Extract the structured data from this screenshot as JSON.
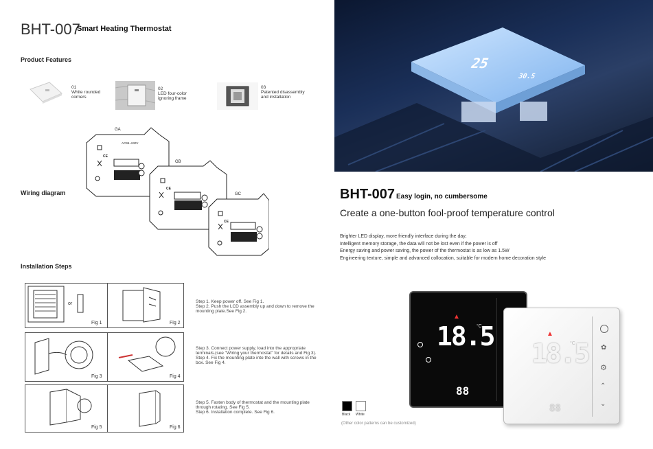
{
  "header": {
    "model": "BHT-007",
    "subtitle": "Smart Heating Thermostat"
  },
  "features": {
    "title": "Product Features",
    "items": [
      {
        "num": "01",
        "text": "White rounded corners"
      },
      {
        "num": "02",
        "text": "LED four-color ignoring frame"
      },
      {
        "num": "03",
        "text": "Patented disassembly and installation"
      }
    ]
  },
  "wiring": {
    "title": "Wiring diagram",
    "panels": [
      "GA",
      "GB",
      "GC"
    ],
    "ga_voltage": "AC95~240V",
    "ce_mark": "CE"
  },
  "installation": {
    "title": "Installation Steps",
    "or_label": "or",
    "figs": [
      "Fig 1",
      "Fig 2",
      "Fig 3",
      "Fig 4",
      "Fig 5",
      "Fig 6"
    ],
    "steps": [
      "Step 1. Keep power off. See Fig 1.",
      "Step 2. Push the LCD assembly up and down to remove the mounting plate.See Fig 2.",
      "Step 3. Connect power supply, load into the appropriate terminals.(see \"Wiring your thermostat\" for details and Fig 3).",
      "Step 4. Fix the mounting plate into the wall with screws in the box. See Fig 4.",
      "Step 5. Fasten body of thermostat and the mounting plate through rotating. See Fig 5.",
      "Step 6. Installation complete. See Fig 6."
    ]
  },
  "product": {
    "model": "BHT-007",
    "tagline": "Easy login, no cumbersome",
    "headline": "Create a one-button fool-proof temperature control",
    "bullets": [
      "Brighter LED display, more friendly interface during the day;",
      "Intelligent memory storage, the data will not be lost even if the power is off",
      "Energy saving and power saving, the power of the thermostat is as low as 1.5W",
      "Engineering texture, simple and advanced collocation, suitable for modern home decoration style"
    ],
    "colors": [
      {
        "label": "Black",
        "hex": "#000000"
      },
      {
        "label": "White",
        "hex": "#ffffff"
      }
    ],
    "note": "(Other color patterns can be customized)",
    "display_temp": "18.5",
    "display_unit": "°C",
    "display_small": "88",
    "hero_temp": "25",
    "hero_small": "30.5"
  }
}
